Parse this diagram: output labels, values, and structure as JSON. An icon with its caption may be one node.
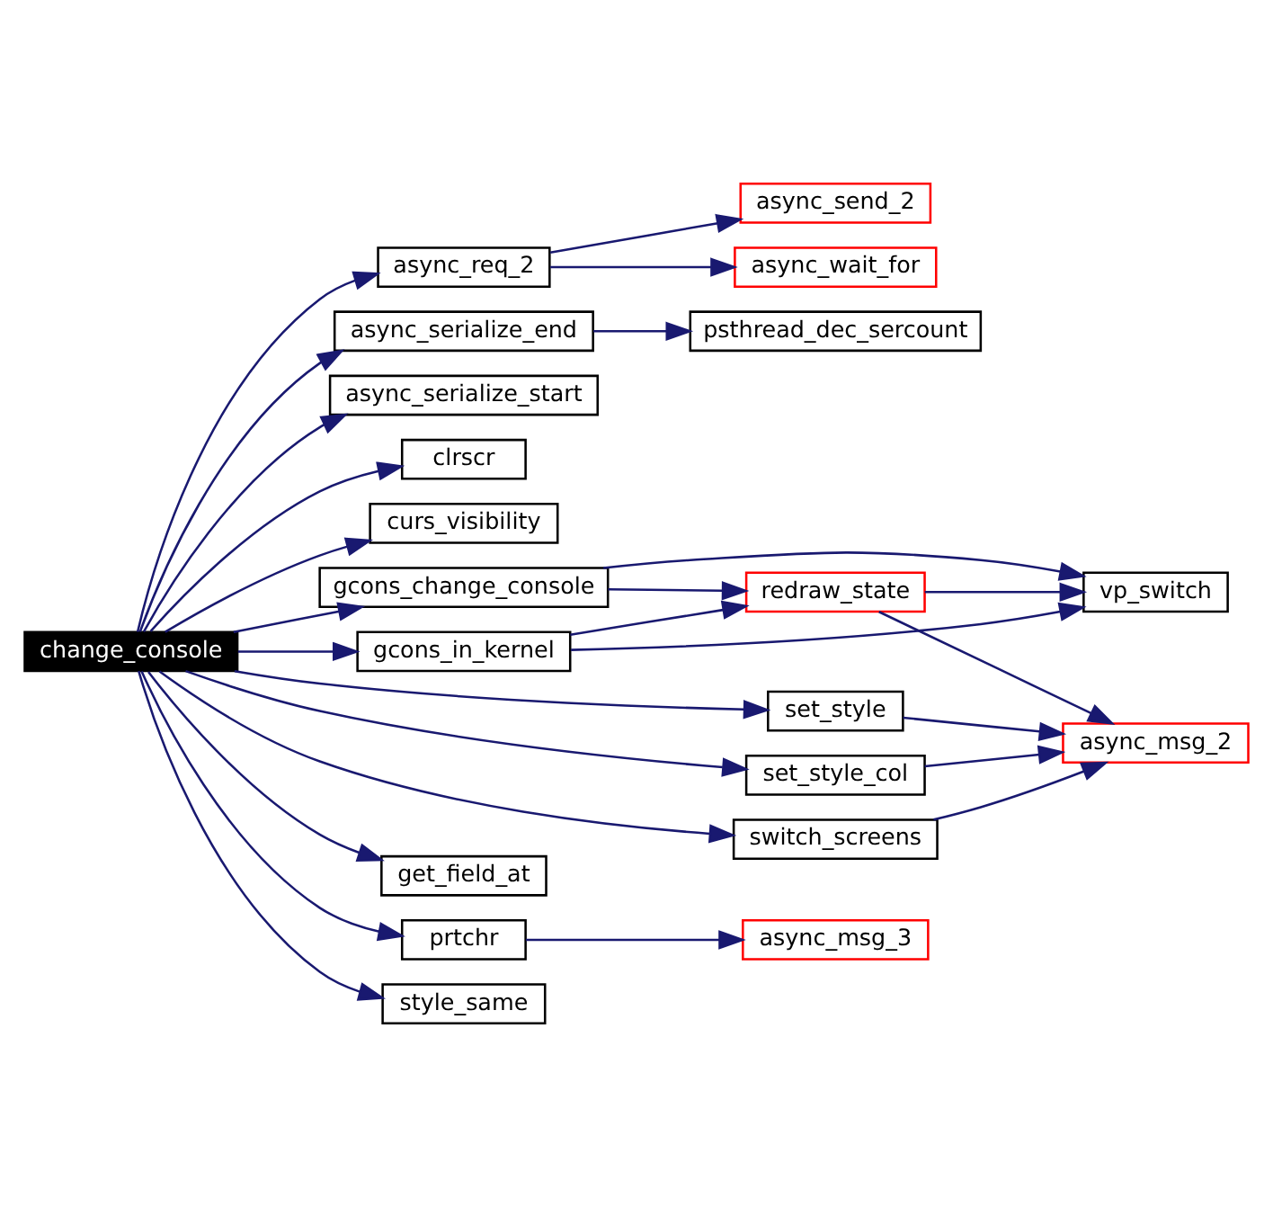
{
  "diagram": {
    "nodes": [
      {
        "text": [
          "change_console"
        ]
      },
      {
        "text": [
          "async_req_2"
        ]
      },
      {
        "text": [
          "async_send_2"
        ]
      },
      {
        "text": [
          "async_wait_for"
        ]
      },
      {
        "text": [
          "async_serialize_end"
        ]
      },
      {
        "text": [
          "psthread_dec_sercount"
        ]
      },
      {
        "text": [
          "async_serialize_start"
        ]
      },
      {
        "text": [
          "clrscr"
        ]
      },
      {
        "text": [
          "curs_visibility"
        ]
      },
      {
        "text": [
          "gcons_change_console"
        ]
      },
      {
        "text": [
          "redraw_state"
        ]
      },
      {
        "text": [
          "vp_switch"
        ]
      },
      {
        "text": [
          "gcons_in_kernel"
        ]
      },
      {
        "text": [
          "set_style"
        ]
      },
      {
        "text": [
          "async_msg_2"
        ]
      },
      {
        "text": [
          "set_style_col"
        ]
      },
      {
        "text": [
          "switch_screens"
        ]
      },
      {
        "text": [
          "get_field_at"
        ]
      },
      {
        "text": [
          "prtchr"
        ]
      },
      {
        "text": [
          "async_msg_3"
        ]
      },
      {
        "text": [
          "style_same"
        ]
      }
    ],
    "edges": [
      {
        "from": 0,
        "to": 1,
        "arrow": "to"
      },
      {
        "from": 1,
        "to": 2,
        "arrow": "to"
      },
      {
        "from": 1,
        "to": 3,
        "arrow": "to"
      },
      {
        "from": 0,
        "to": 4,
        "arrow": "to"
      },
      {
        "from": 4,
        "to": 5,
        "arrow": "to"
      },
      {
        "from": 0,
        "to": 6,
        "arrow": "to"
      },
      {
        "from": 0,
        "to": 7,
        "arrow": "to"
      },
      {
        "from": 0,
        "to": 8,
        "arrow": "to"
      },
      {
        "from": 0,
        "to": 9,
        "arrow": "to"
      },
      {
        "from": 9,
        "to": 10,
        "arrow": "to"
      },
      {
        "from": 9,
        "to": 11,
        "arrow": "to"
      },
      {
        "from": 10,
        "to": 11,
        "arrow": "to"
      },
      {
        "from": 10,
        "to": 14,
        "arrow": "to"
      },
      {
        "from": 0,
        "to": 12,
        "arrow": "to"
      },
      {
        "from": 12,
        "to": 10,
        "arrow": "to"
      },
      {
        "from": 12,
        "to": 11,
        "arrow": "to"
      },
      {
        "from": 0,
        "to": 13,
        "arrow": "to"
      },
      {
        "from": 13,
        "to": 14,
        "arrow": "to"
      },
      {
        "from": 0,
        "to": 15,
        "arrow": "to"
      },
      {
        "from": 15,
        "to": 14,
        "arrow": "to"
      },
      {
        "from": 0,
        "to": 16,
        "arrow": "to"
      },
      {
        "from": 16,
        "to": 14,
        "arrow": "to"
      },
      {
        "from": 0,
        "to": 17,
        "arrow": "to"
      },
      {
        "from": 0,
        "to": 18,
        "arrow": "to"
      },
      {
        "from": 18,
        "to": 19,
        "arrow": "to"
      },
      {
        "from": 0,
        "to": 20,
        "arrow": "to"
      }
    ]
  }
}
